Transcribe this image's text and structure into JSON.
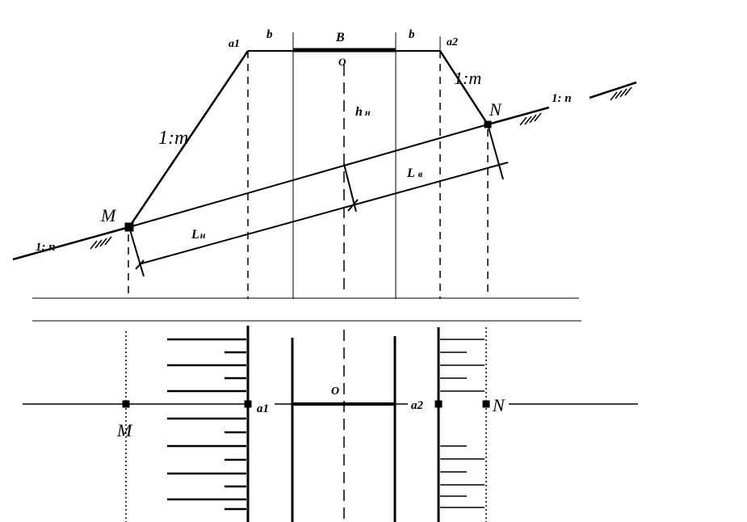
{
  "upper": {
    "crest_left": "a1",
    "crest_right": "a2",
    "shoulder_left": "b",
    "shoulder_right": "b",
    "carriageway": "B",
    "axis": "O",
    "embankment_slope_left": "1:m",
    "embankment_slope_right": "1:m",
    "ground_slope_left": "1: n",
    "ground_slope_right": "1: n",
    "point_m": "M",
    "point_n": "N",
    "height": "h",
    "height_sub": "н",
    "length_lower": "L",
    "length_lower_sub": "н",
    "length_upper": "L",
    "length_upper_sub": "в"
  },
  "plan": {
    "point_m": "M",
    "point_n": "N",
    "crest_left": "a1",
    "crest_right": "a2",
    "axis": "O"
  }
}
